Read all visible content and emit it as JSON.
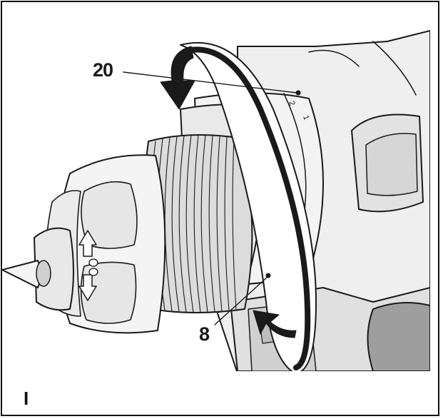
{
  "figure": {
    "letter": "I",
    "callouts": [
      {
        "id": "20",
        "label": "20"
      },
      {
        "id": "8",
        "label": "8"
      }
    ],
    "chuck_markings": [
      "2",
      "1"
    ],
    "colors": {
      "ink": "#1a1a1a",
      "shade_light": "#ececec",
      "shade_mid": "#d4d4d4",
      "shade_dark": "#a9a9a9"
    }
  }
}
